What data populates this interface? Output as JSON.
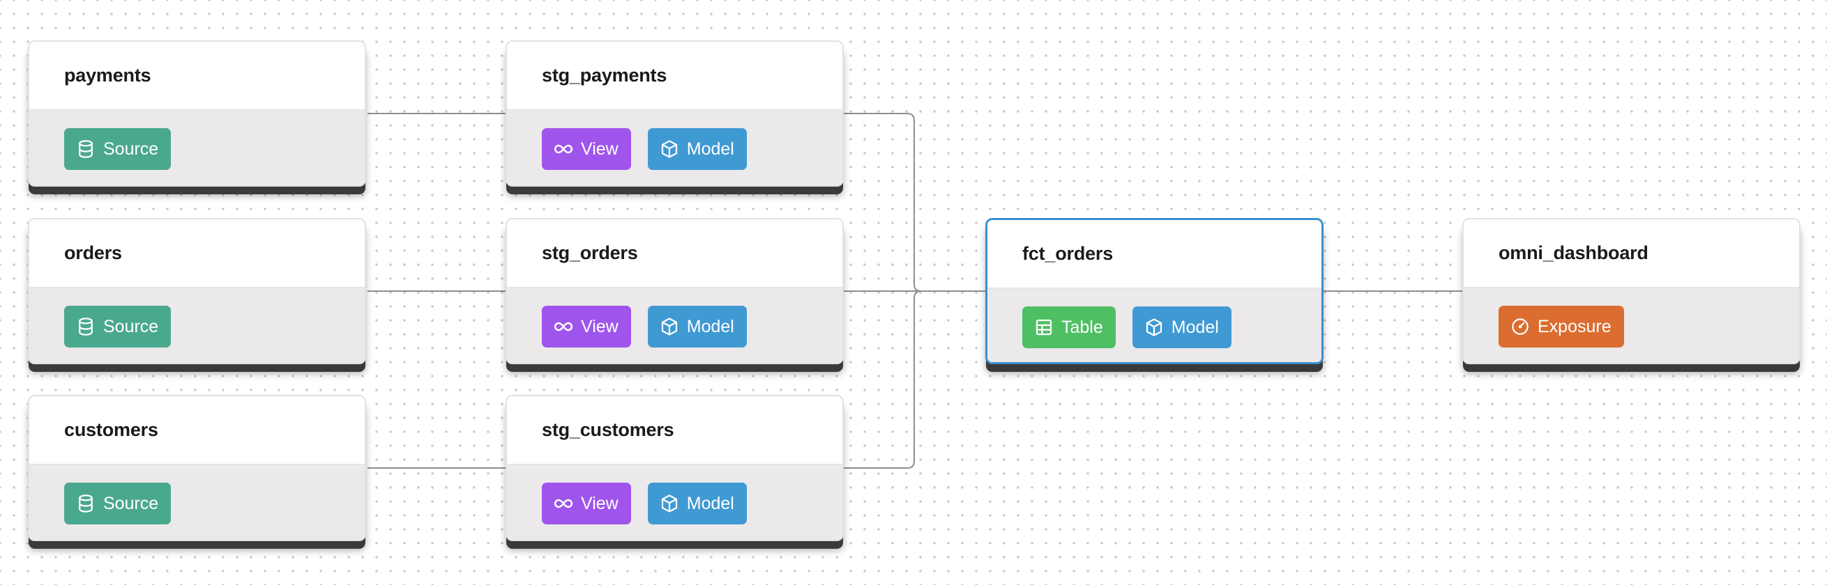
{
  "nodes": {
    "payments": {
      "title": "payments",
      "badges": [
        "Source"
      ]
    },
    "orders": {
      "title": "orders",
      "badges": [
        "Source"
      ]
    },
    "customers": {
      "title": "customers",
      "badges": [
        "Source"
      ]
    },
    "stg_payments": {
      "title": "stg_payments",
      "badges": [
        "View",
        "Model"
      ]
    },
    "stg_orders": {
      "title": "stg_orders",
      "badges": [
        "View",
        "Model"
      ]
    },
    "stg_customers": {
      "title": "stg_customers",
      "badges": [
        "View",
        "Model"
      ]
    },
    "fct_orders": {
      "title": "fct_orders",
      "badges": [
        "Table",
        "Model"
      ]
    },
    "omni_dashboard": {
      "title": "omni_dashboard",
      "badges": [
        "Exposure"
      ]
    }
  },
  "edges": [
    {
      "from": "payments",
      "to": "stg_payments"
    },
    {
      "from": "orders",
      "to": "stg_orders"
    },
    {
      "from": "customers",
      "to": "stg_customers"
    },
    {
      "from": "stg_payments",
      "to": "fct_orders"
    },
    {
      "from": "stg_orders",
      "to": "fct_orders"
    },
    {
      "from": "stg_customers",
      "to": "fct_orders"
    },
    {
      "from": "fct_orders",
      "to": "omni_dashboard"
    }
  ],
  "selected_node": "fct_orders",
  "colors": {
    "source": "#4aa88f",
    "view": "#9f55ec",
    "model": "#3f99d3",
    "table": "#4fbf64",
    "exposure": "#db6d30",
    "selected_border": "#3b8fce"
  },
  "icons": {
    "Source": "database-icon",
    "View": "infinity-icon",
    "Model": "cube-icon",
    "Table": "table-icon",
    "Exposure": "gauge-icon"
  }
}
